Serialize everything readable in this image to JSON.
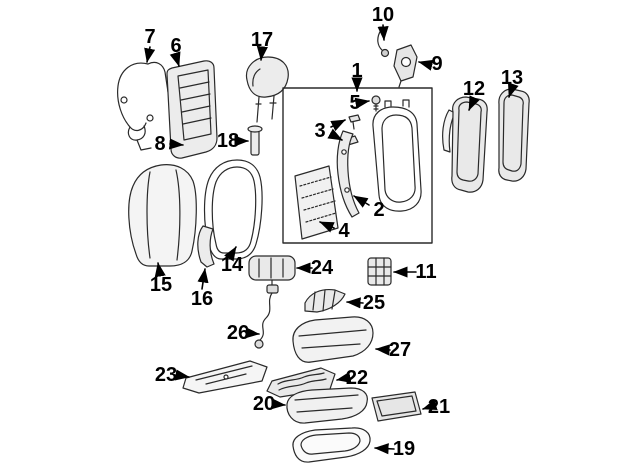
{
  "figure": {
    "background": "#ffffff",
    "line_color": "#2a2a2a",
    "label_color": "#000000",
    "type_hint": "exploded seat parts diagram"
  },
  "callouts": [
    {
      "label": "1"
    },
    {
      "label": "2"
    },
    {
      "label": "3"
    },
    {
      "label": "4"
    },
    {
      "label": "5"
    },
    {
      "label": "6"
    },
    {
      "label": "7"
    },
    {
      "label": "8"
    },
    {
      "label": "9"
    },
    {
      "label": "10"
    },
    {
      "label": "11"
    },
    {
      "label": "12"
    },
    {
      "label": "13"
    },
    {
      "label": "14"
    },
    {
      "label": "15"
    },
    {
      "label": "16"
    },
    {
      "label": "17"
    },
    {
      "label": "18"
    },
    {
      "label": "19"
    },
    {
      "label": "20"
    },
    {
      "label": "21"
    },
    {
      "label": "22"
    },
    {
      "label": "23"
    },
    {
      "label": "24"
    },
    {
      "label": "25"
    },
    {
      "label": "26"
    },
    {
      "label": "27"
    }
  ]
}
